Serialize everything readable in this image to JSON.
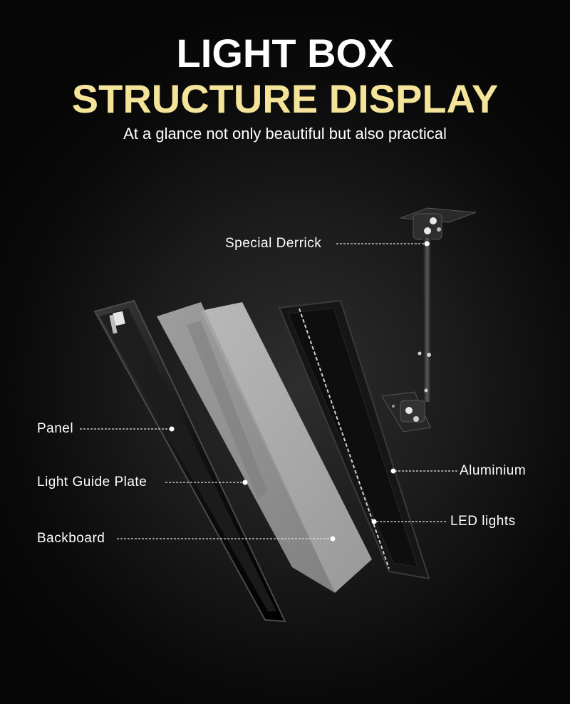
{
  "header": {
    "title_line1": "LIGHT BOX",
    "title_line2": "STRUCTURE DISPLAY",
    "subtitle": "At a glance not only beautiful but also practical"
  },
  "labels": {
    "special_derrick": "Special Derrick",
    "panel": "Panel",
    "light_guide_plate": "Light Guide Plate",
    "backboard": "Backboard",
    "aluminium": "Aluminium",
    "led_lights": "LED lights"
  },
  "colors": {
    "title_white": "#ffffff",
    "title_gold": "#f4e49a",
    "background": "#0b0b0b"
  }
}
